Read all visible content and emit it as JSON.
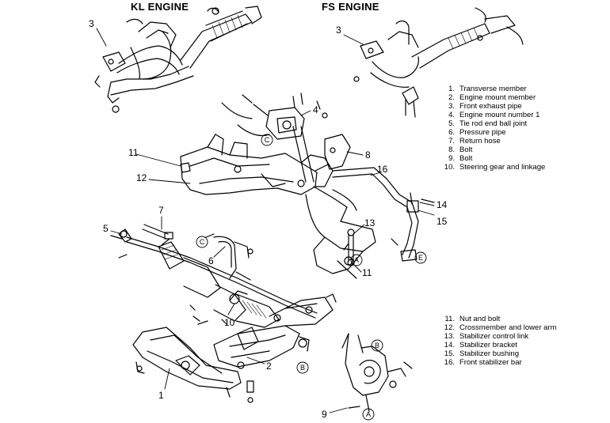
{
  "headers": {
    "kl": "KL ENGINE",
    "fs": "FS ENGINE"
  },
  "legend_top": [
    {
      "num": "1.",
      "text": "Transverse member"
    },
    {
      "num": "2.",
      "text": "Engine mount member"
    },
    {
      "num": "3.",
      "text": "Front exhaust pipe"
    },
    {
      "num": "4.",
      "text": "Engine mount number 1"
    },
    {
      "num": "5.",
      "text": "Tie rod end ball joint"
    },
    {
      "num": "6.",
      "text": "Pressure pipe"
    },
    {
      "num": "7.",
      "text": "Return hose"
    },
    {
      "num": "8.",
      "text": "Bolt"
    },
    {
      "num": "9.",
      "text": "Bolt"
    },
    {
      "num": "10.",
      "text": "Steering gear and linkage"
    }
  ],
  "legend_bottom": [
    {
      "num": "11.",
      "text": "Nut and bolt"
    },
    {
      "num": "12.",
      "text": "Crossmember and lower arm"
    },
    {
      "num": "13.",
      "text": "Stabilizer control link"
    },
    {
      "num": "14.",
      "text": "Stabilizer bracket"
    },
    {
      "num": "15.",
      "text": "Stabilizer bushing"
    },
    {
      "num": "16.",
      "text": "Front stabilizer bar"
    }
  ],
  "callouts": [
    "3",
    "3",
    "4",
    "8",
    "11",
    "12",
    "16",
    "7",
    "5",
    "13",
    "14",
    "15",
    "6",
    "11",
    "10",
    "2",
    "1",
    "9"
  ],
  "circled_letters": [
    "C",
    "C",
    "A",
    "E",
    "B",
    "B",
    "A"
  ]
}
